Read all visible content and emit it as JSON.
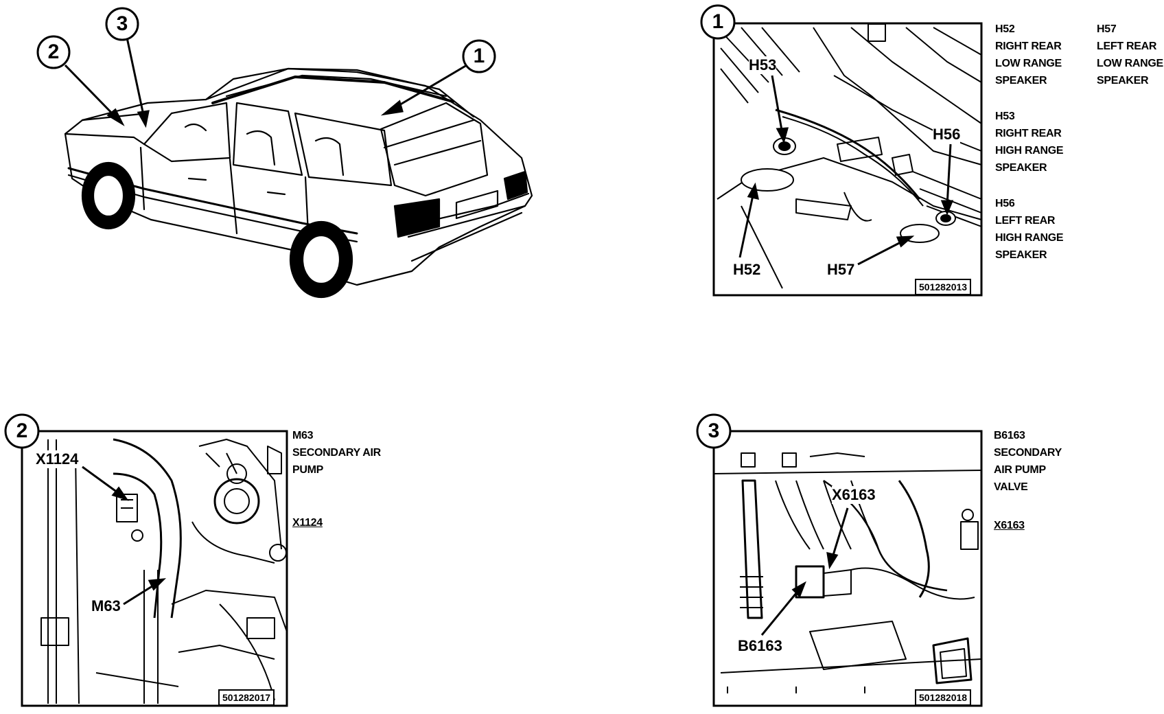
{
  "overview": {
    "markers": [
      "1",
      "2",
      "3"
    ]
  },
  "panel1": {
    "number": "1",
    "figure_id": "501282013",
    "callouts": [
      "H53",
      "H56",
      "H52",
      "H57"
    ],
    "legend": [
      {
        "code": "H52",
        "lines": [
          "RIGHT REAR",
          "LOW RANGE",
          "SPEAKER"
        ]
      },
      {
        "code": "H57",
        "lines": [
          "LEFT REAR",
          "LOW RANGE",
          "SPEAKER"
        ]
      },
      {
        "code": "H53",
        "lines": [
          "RIGHT REAR",
          "HIGH RANGE",
          "SPEAKER"
        ]
      },
      {
        "code": "H56",
        "lines": [
          "LEFT REAR",
          "HIGH RANGE",
          "SPEAKER"
        ]
      }
    ]
  },
  "panel2": {
    "number": "2",
    "figure_id": "501282017",
    "callouts": [
      "X1124",
      "M63"
    ],
    "legend": [
      {
        "code": "M63",
        "lines": [
          "SECONDARY AIR",
          "PUMP"
        ]
      },
      {
        "code": "X1124",
        "lines": []
      }
    ]
  },
  "panel3": {
    "number": "3",
    "figure_id": "501282018",
    "callouts": [
      "X6163",
      "B6163"
    ],
    "legend": [
      {
        "code": "B6163",
        "lines": [
          "SECONDARY",
          "AIR PUMP",
          "VALVE"
        ]
      },
      {
        "code": "X6163",
        "lines": []
      }
    ]
  }
}
